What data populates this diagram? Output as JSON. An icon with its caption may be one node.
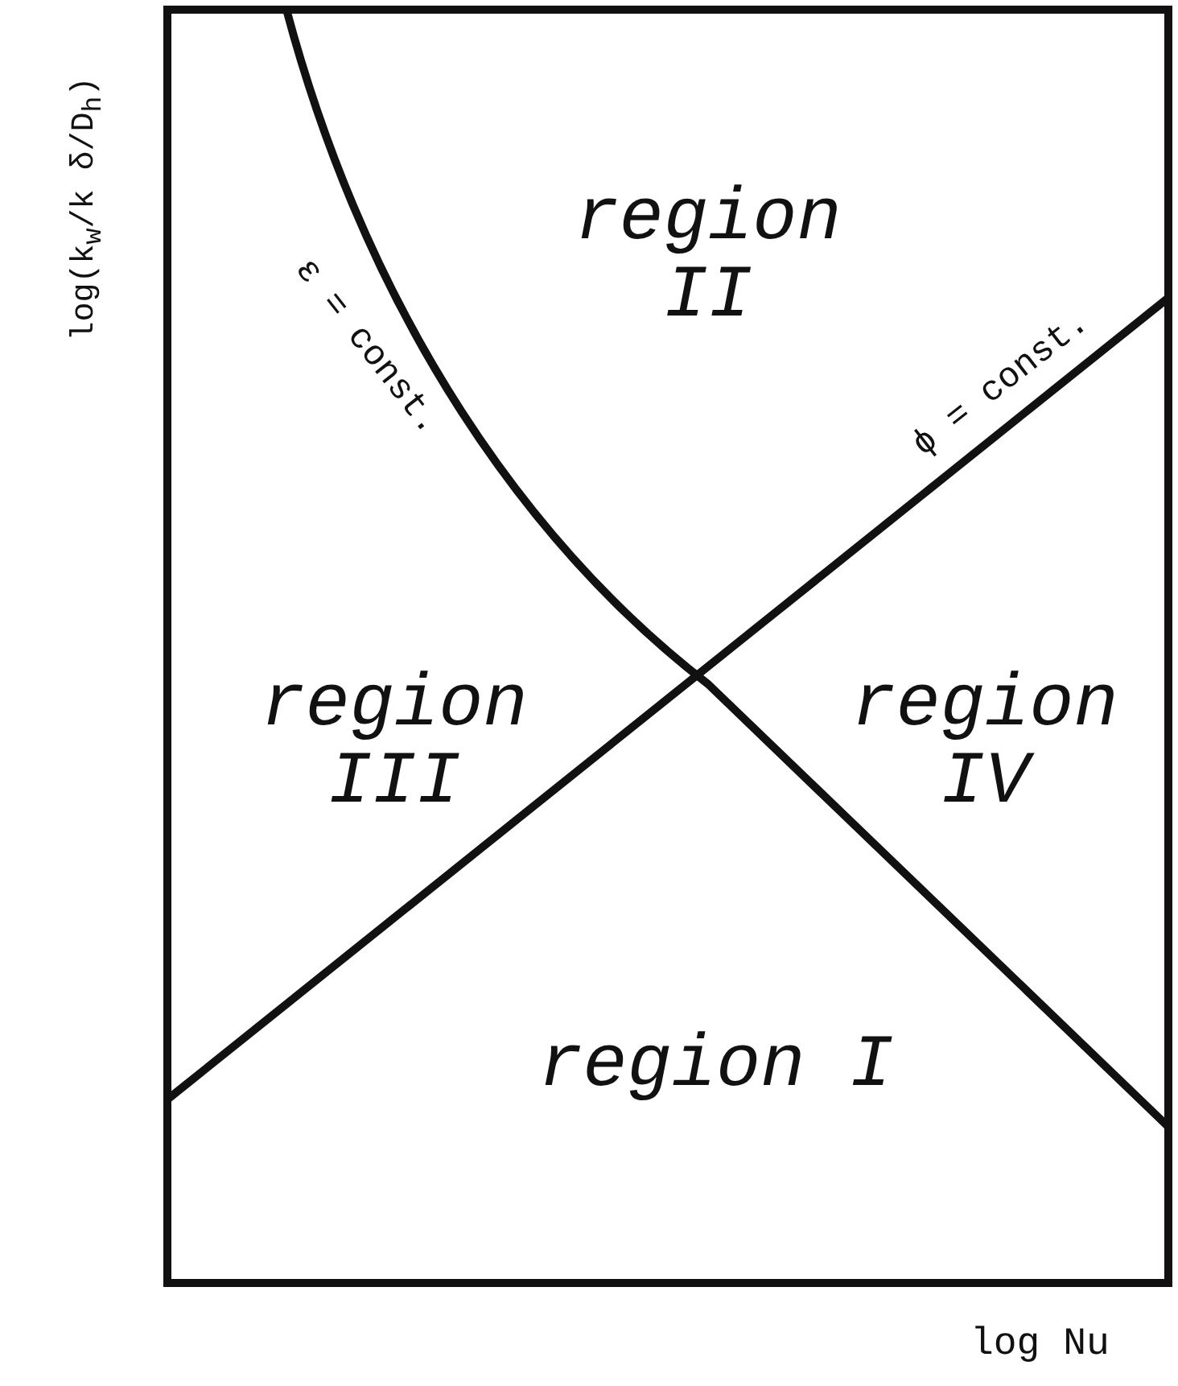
{
  "diagram": {
    "labels": [
      "log(k$_{w}$/k δ/D$_{h}$)",
      "region II",
      "ε = const.",
      "ϕ = const.",
      "region III",
      "region IV",
      "region I",
      "log Nu"
    ]
  }
}
